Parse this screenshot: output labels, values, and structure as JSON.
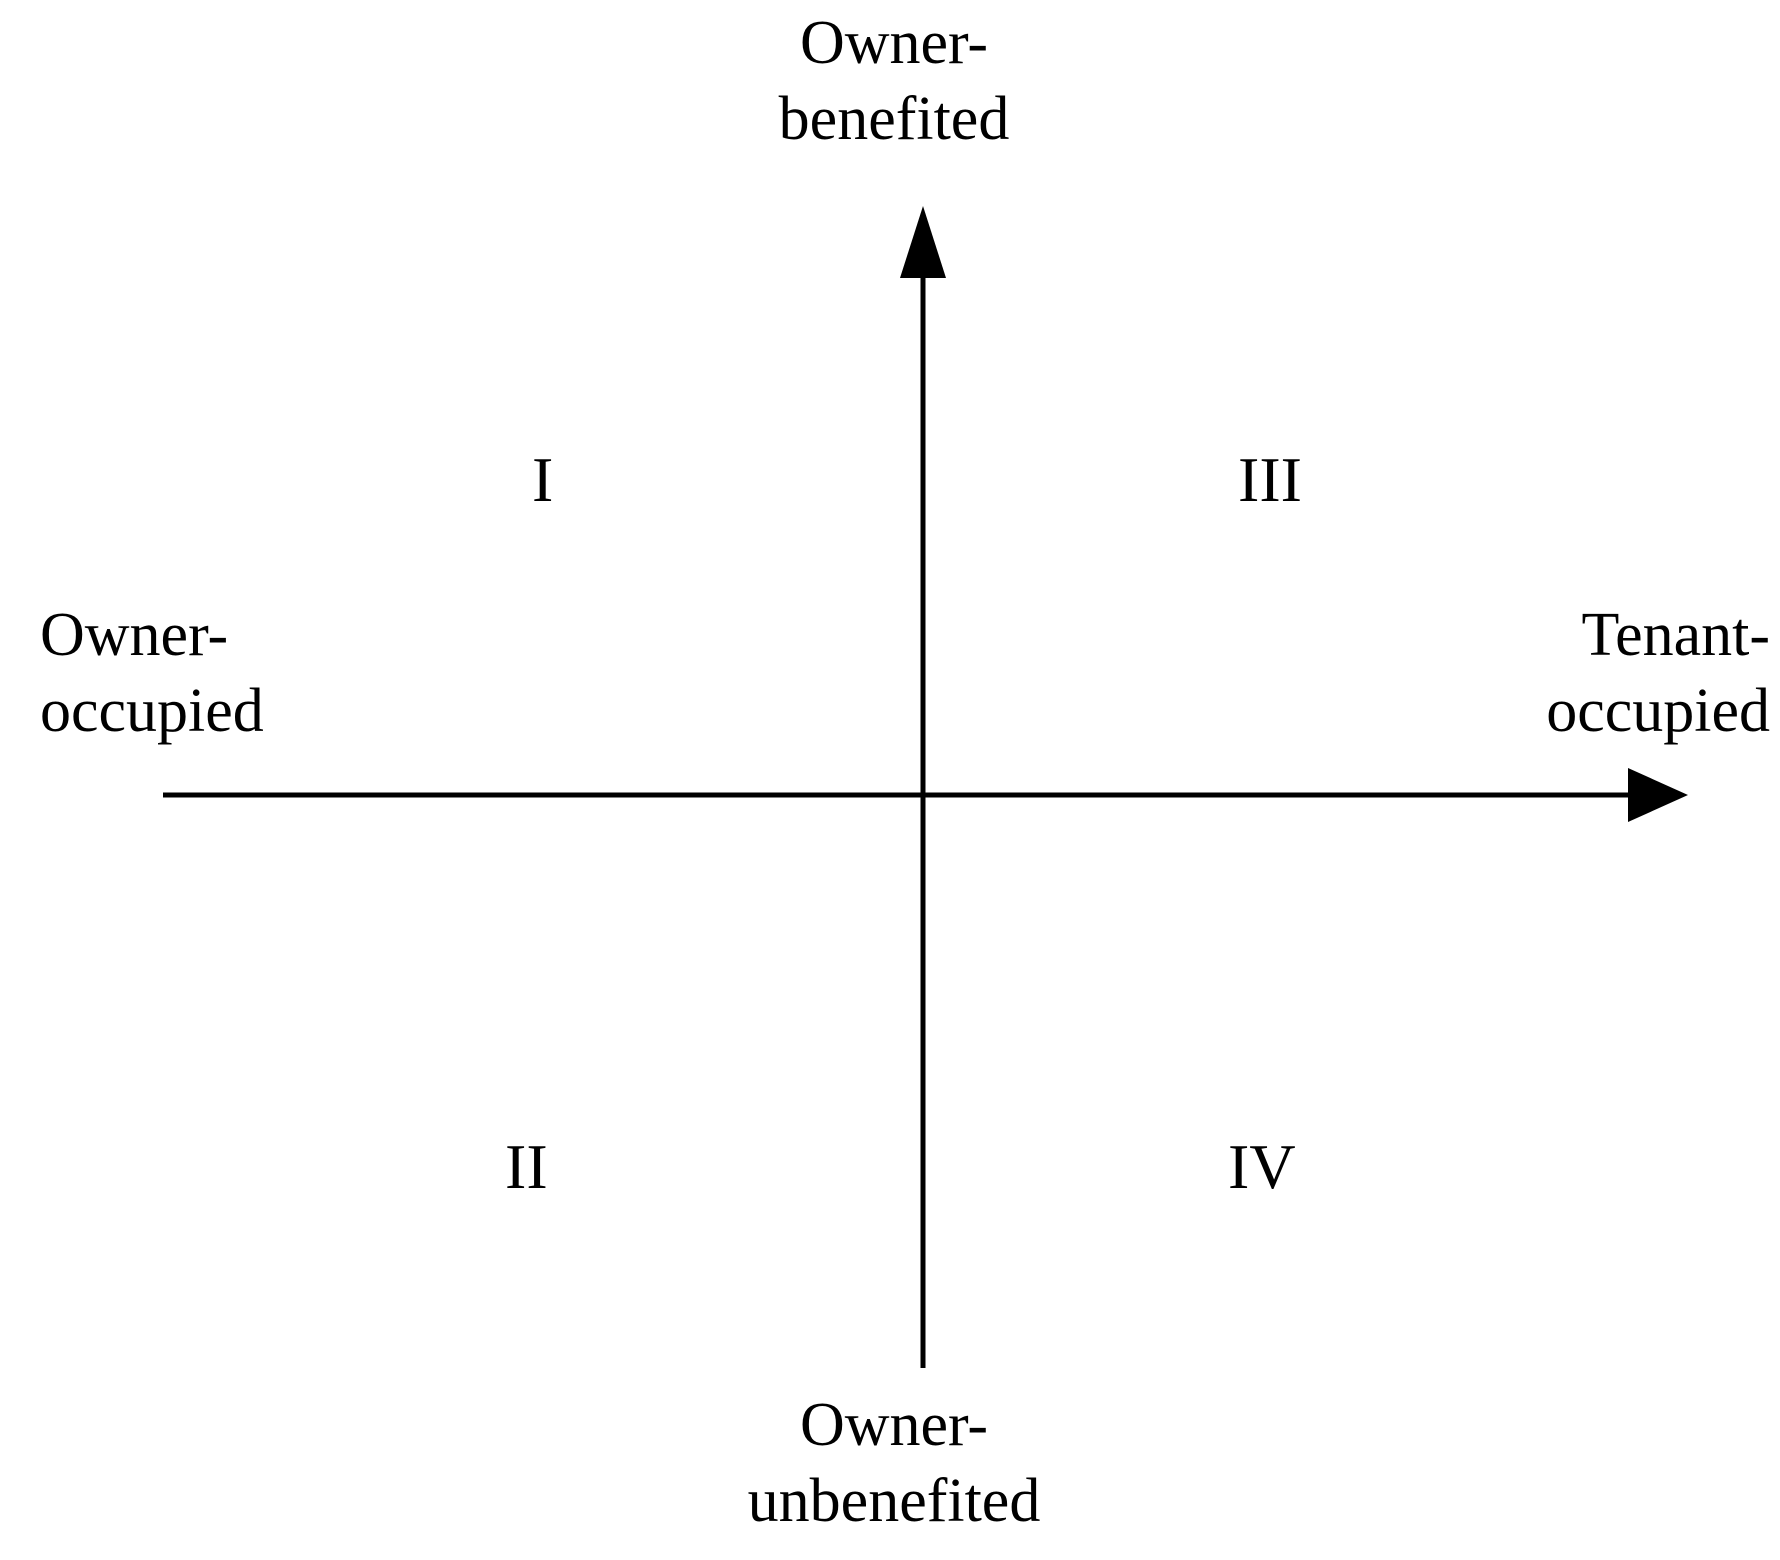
{
  "diagram": {
    "type": "two-axis-quadrant-matrix",
    "background_color": "#ffffff",
    "line_color": "#000000",
    "axes": {
      "vertical": {
        "name": "owner-benefit-axis",
        "top_label": {
          "line1": "Owner-",
          "line2": "benefited"
        },
        "bottom_label": {
          "line1": "Owner-",
          "line2": "unbenefited"
        },
        "arrow": "up"
      },
      "horizontal": {
        "name": "occupancy-axis",
        "left_label": {
          "line1": "Owner-",
          "line2": "occupied"
        },
        "right_label": {
          "line1": "Tenant-",
          "line2": "occupied"
        },
        "arrow": "right"
      }
    },
    "quadrants": [
      {
        "id": "quadrant-1",
        "numeral": "I",
        "position": "upper-left"
      },
      {
        "id": "quadrant-3",
        "numeral": "III",
        "position": "upper-right"
      },
      {
        "id": "quadrant-2",
        "numeral": "II",
        "position": "lower-left"
      },
      {
        "id": "quadrant-4",
        "numeral": "IV",
        "position": "lower-right"
      }
    ]
  }
}
